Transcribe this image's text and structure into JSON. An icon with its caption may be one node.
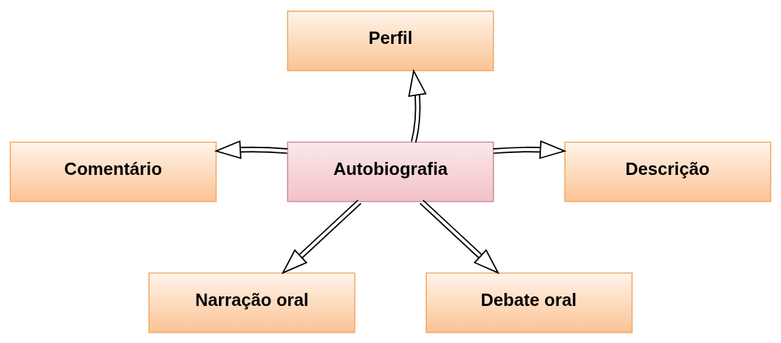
{
  "diagram": {
    "nodes": [
      {
        "text": [
          "Perfil"
        ]
      },
      {
        "text": [
          "Comentário"
        ]
      },
      {
        "text": [
          "Autobiografia"
        ]
      },
      {
        "text": [
          "Descrição"
        ]
      },
      {
        "text": [
          "Narração oral"
        ]
      },
      {
        "text": [
          "Debate oral"
        ]
      }
    ],
    "edges": [
      {
        "from": 2,
        "to": 0,
        "arrow": "to"
      },
      {
        "from": 2,
        "to": 1,
        "arrow": "to"
      },
      {
        "from": 2,
        "to": 3,
        "arrow": "to"
      },
      {
        "from": 2,
        "to": 4,
        "arrow": "to"
      },
      {
        "from": 2,
        "to": 5,
        "arrow": "to"
      }
    ]
  }
}
